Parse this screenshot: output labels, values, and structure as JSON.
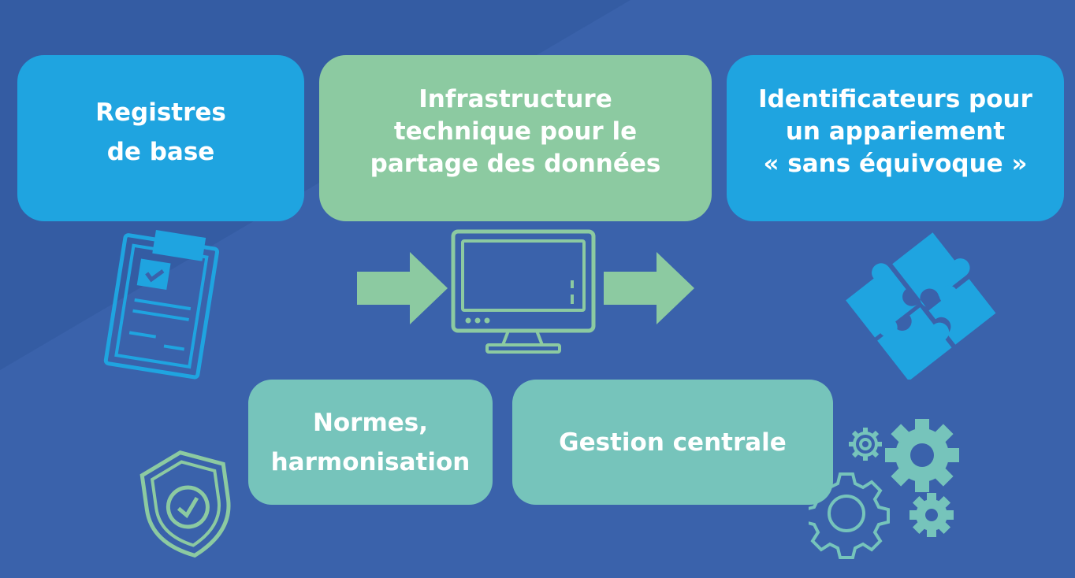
{
  "boxes": {
    "registres": "Registres\nde base",
    "infrastructure": "Infrastructure\ntechnique pour le\npartage des données",
    "identificateurs": "Identificateurs pour\nun appariement\n« sans équivoque »",
    "normes": "Normes,\nharmonisation",
    "gestion": "Gestion centrale"
  },
  "icons": [
    "clipboard-icon",
    "arrow-right-icon",
    "computer-monitor-icon",
    "puzzle-icon",
    "shield-check-icon",
    "gears-icon"
  ],
  "colors": {
    "background": "#3a62ab",
    "background_band": "#345ca3",
    "blue_box": "#1fa4e0",
    "green_box": "#8ccaa1",
    "teal_box": "#76c4bb"
  }
}
